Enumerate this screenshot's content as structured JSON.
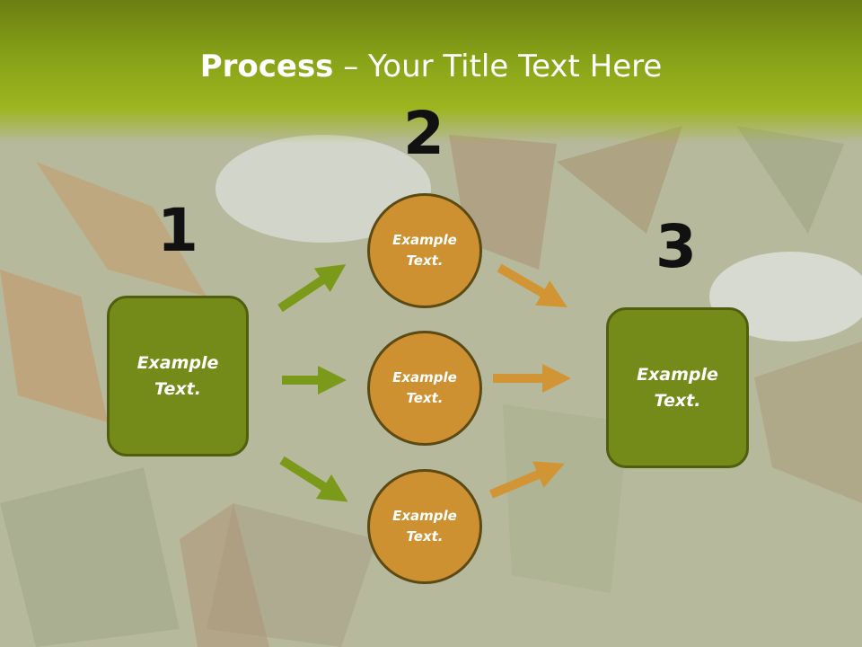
{
  "slide": {
    "title_bold": "Process",
    "title_rest": " – Your Title Text Here",
    "colors": {
      "title_band": "#87a218",
      "box_fill": "#748b1a",
      "circle_fill": "#cd9131",
      "green_arrow": "#7c9a1a",
      "orange_arrow": "#d29535"
    },
    "steps": {
      "step1_number": "1",
      "step2_number": "2",
      "step3_number": "3"
    },
    "left_box_text": "Example Text.",
    "right_box_text": "Example Text.",
    "circles": [
      "Example Text.",
      "Example Text.",
      "Example Text."
    ],
    "background_image": "chestnut-leaves-photo"
  }
}
